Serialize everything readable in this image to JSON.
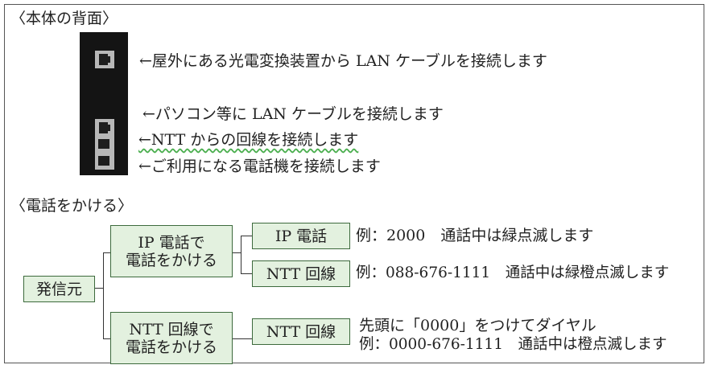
{
  "back_section": {
    "title": "〈本体の背面〉",
    "labels": [
      "←屋外にある光電変換装置から LAN ケーブルを接続します",
      "←パソコン等に LAN ケーブルを接続します",
      "←NTT からの回線を接続します",
      "←ご利用になる電話機を接続します"
    ]
  },
  "call_section": {
    "title": "〈電話をかける〉",
    "root": "発信元",
    "ip_branch": {
      "line1": "IP 電話で",
      "line2": "電話をかける"
    },
    "ntt_branch": {
      "line1": "NTT 回線で",
      "line2": "電話をかける"
    },
    "ip_phone_box": "IP 電話",
    "ntt_line_box_1": "NTT 回線",
    "ntt_line_box_2": "NTT 回線",
    "ip_phone_desc": "例：2000　通話中は緑点滅します",
    "ntt_line_desc_1": "例：088-676-1111　通話中は緑橙点滅します",
    "ntt_line_desc_2a": "先頭に「0000」をつけてダイヤル",
    "ntt_line_desc_2b": "例：0000-676-1111　通話中は橙点滅します"
  },
  "colors": {
    "box_fill": "#e3f1df",
    "box_border": "#3d6a3d",
    "wavy_underline": "#4caf50"
  }
}
